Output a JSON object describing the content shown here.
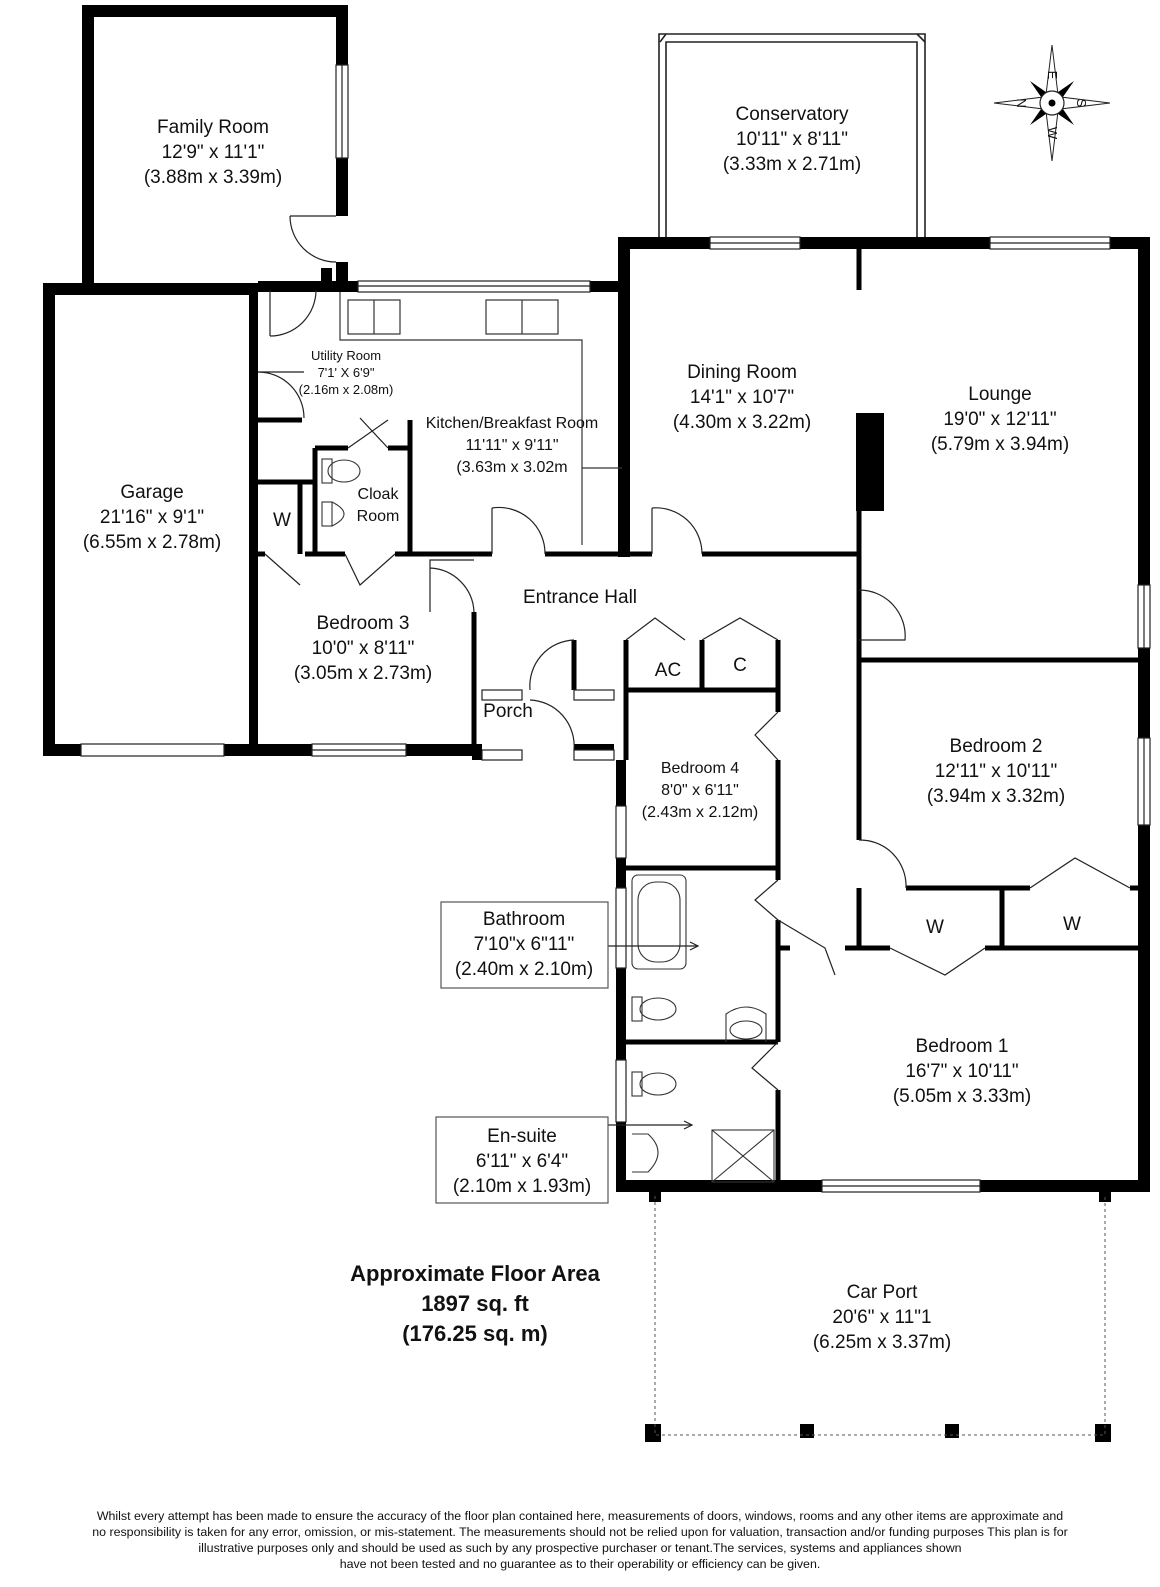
{
  "rooms": {
    "family_room": {
      "name": "Family Room",
      "imperial": "12'9\" x 11'1\"",
      "metric": "(3.88m x 3.39m)"
    },
    "conservatory": {
      "name": "Conservatory",
      "imperial": "10'11\" x 8'11\"",
      "metric": "(3.33m x 2.71m)"
    },
    "utility_room": {
      "name": "Utility Room",
      "imperial": "7'1' X 6'9\"",
      "metric": "(2.16m x 2.08m)"
    },
    "kitchen": {
      "name": "Kitchen/Breakfast Room",
      "imperial": "11'11\" x 9'11\"",
      "metric": "(3.63m x 3.02m"
    },
    "dining_room": {
      "name": "Dining Room",
      "imperial": "14'1\" x 10'7\"",
      "metric": "(4.30m x 3.22m)"
    },
    "lounge": {
      "name": "Lounge",
      "imperial": "19'0\" x 12'11\"",
      "metric": "(5.79m x 3.94m)"
    },
    "garage": {
      "name": "Garage",
      "imperial": "21'16\" x 9'1\"",
      "metric": "(6.55m x 2.78m)"
    },
    "cloak_room": {
      "line1": "Cloak",
      "line2": "Room"
    },
    "entrance_hall": {
      "name": "Entrance Hall"
    },
    "bedroom_3": {
      "name": "Bedroom 3",
      "imperial": "10'0\" x 8'11\"",
      "metric": "(3.05m x 2.73m)"
    },
    "porch": {
      "name": "Porch"
    },
    "bedroom_4": {
      "name": "Bedroom 4",
      "imperial": "8'0\" x 6'11\"",
      "metric": "(2.43m x 2.12m)"
    },
    "bedroom_2": {
      "name": "Bedroom 2",
      "imperial": "12'11\" x 10'11\"",
      "metric": "(3.94m x 3.32m)"
    },
    "bathroom": {
      "name": "Bathroom",
      "imperial": "7'10\"x 6\"11\"",
      "metric": "(2.40m x 2.10m)"
    },
    "bedroom_1": {
      "name": "Bedroom 1",
      "imperial": "16'7\" x 10'11\"",
      "metric": "(5.05m x 3.33m)"
    },
    "ensuite": {
      "name": "En-suite",
      "imperial": "6'11\" x 6'4\"",
      "metric": "(2.10m x 1.93m)"
    },
    "car_port": {
      "name": "Car Port",
      "imperial": "20'6\" x 11\"1",
      "metric": "(6.25m x 3.37m)"
    }
  },
  "cupboards": {
    "w": "W",
    "ac": "AC",
    "c": "C"
  },
  "compass": {
    "n": "N",
    "e": "E",
    "s": "S",
    "w": "W"
  },
  "floor_area": {
    "title": "Approximate Floor Area",
    "imperial": "1897 sq. ft",
    "metric": "(176.25 sq. m)"
  },
  "disclaimer": [
    "Whilst every attempt has been made to ensure the accuracy of the floor plan contained here, measurements of doors, windows, rooms and any other items are approximate and",
    "no responsibility is taken for any error, omission, or mis-statement.  The measurements should not be relied upon for valuation, transaction and/or funding purposes This plan is for",
    "illustrative purposes only and should be used as such by any prospective purchaser or tenant.The services, systems and appliances shown",
    "have not been tested and no guarantee as to their operability or efficiency can be given."
  ]
}
